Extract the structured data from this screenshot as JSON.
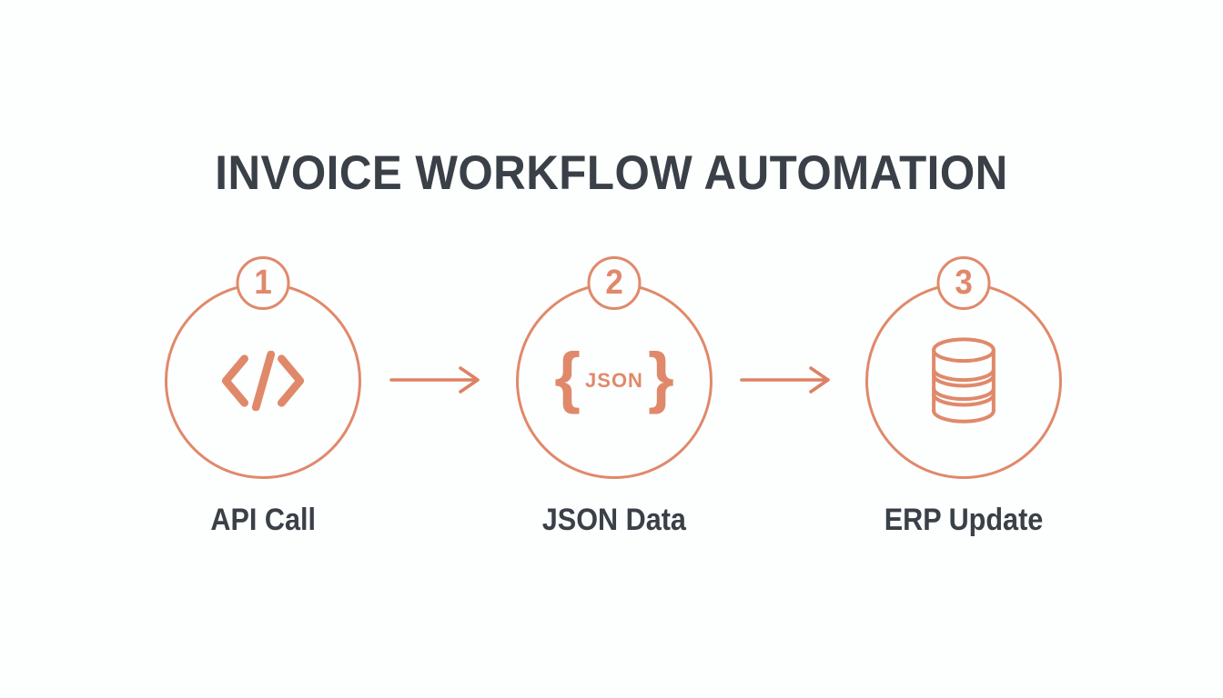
{
  "title": "INVOICE WORKFLOW AUTOMATION",
  "colors": {
    "accent": "#E0896A",
    "arrow": "#DD8164",
    "heading": "#3A4047",
    "background": "#FDFEFE"
  },
  "steps": [
    {
      "number": "1",
      "label": "API Call",
      "icon": "code-icon"
    },
    {
      "number": "2",
      "label": "JSON Data",
      "icon": "json-braces-icon",
      "brace_open": "{",
      "icon_text": "JSON",
      "brace_close": "}"
    },
    {
      "number": "3",
      "label": "ERP Update",
      "icon": "database-icon"
    }
  ]
}
